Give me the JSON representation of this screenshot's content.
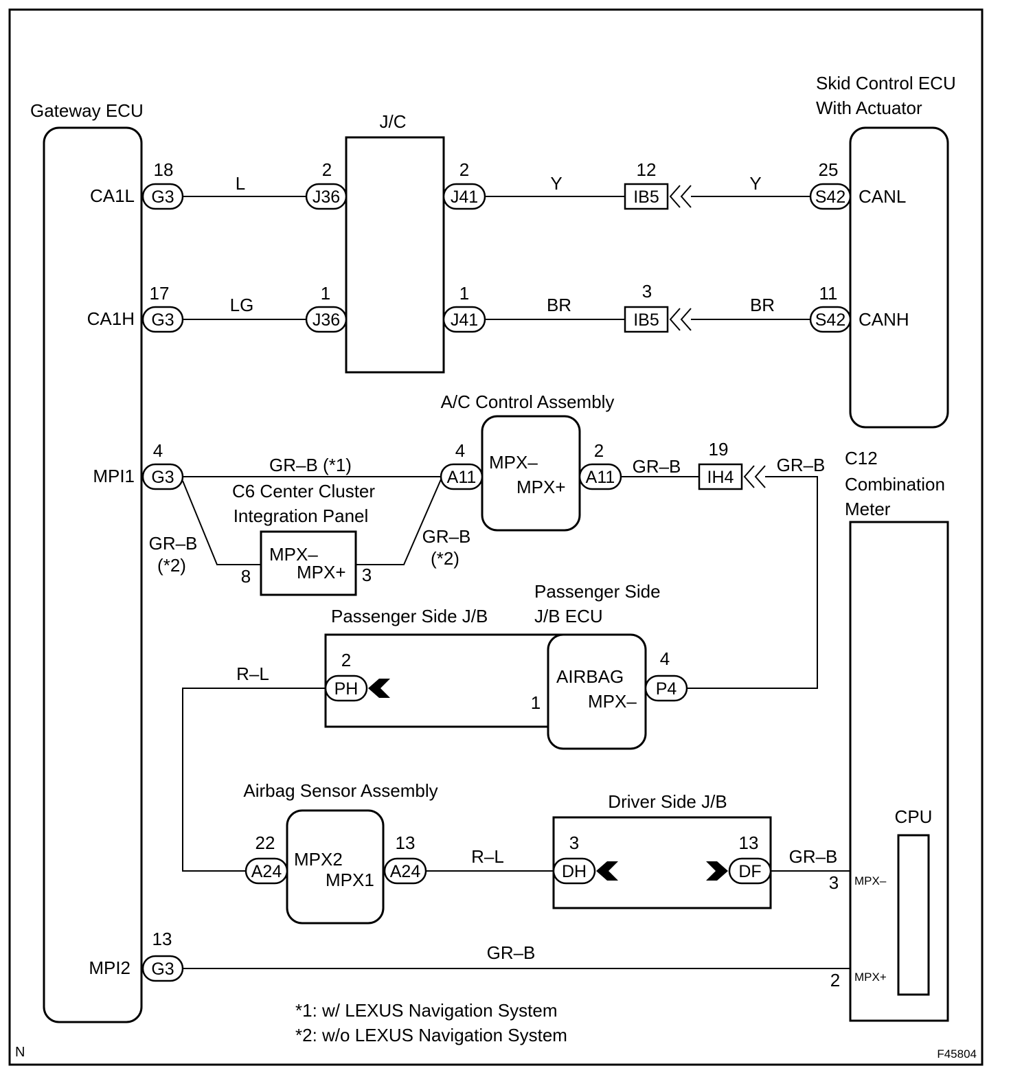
{
  "components": {
    "gateway_ecu": {
      "name": "Gateway ECU",
      "terminals": {
        "ca1l": "CA1L",
        "ca1h": "CA1H",
        "mpi1": "MPI1",
        "mpi2": "MPI2"
      }
    },
    "jc": {
      "name": "J/C"
    },
    "skid_ecu": {
      "name_line1": "Skid Control ECU",
      "name_line2": "With Actuator",
      "terminals": {
        "canl": "CANL",
        "canh": "CANH"
      }
    },
    "ac_control": {
      "name": "A/C Control Assembly",
      "terminals": {
        "mpx_minus": "MPX–",
        "mpx_plus": "MPX+"
      }
    },
    "center_cluster": {
      "name_line1": "C6 Center Cluster",
      "name_line2": "Integration Panel",
      "terminals": {
        "mpx_minus": "MPX–",
        "mpx_plus": "MPX+"
      }
    },
    "combination_meter": {
      "name_line1": "C12",
      "name_line2": "Combination",
      "name_line3": "Meter",
      "cpu": "CPU",
      "terminals": {
        "mpx_minus": "MPX–",
        "mpx_plus": "MPX+"
      }
    },
    "passenger_jb": {
      "name": "Passenger Side J/B"
    },
    "passenger_jb_ecu": {
      "name_line1": "Passenger Side",
      "name_line2": "J/B ECU",
      "terminals": {
        "airbag": "AIRBAG",
        "mpx_minus": "MPX–"
      }
    },
    "airbag_sensor": {
      "name": "Airbag Sensor Assembly",
      "terminals": {
        "mpx2": "MPX2",
        "mpx1": "MPX1"
      }
    },
    "driver_jb": {
      "name": "Driver Side J/B"
    }
  },
  "connectors": {
    "g3": "G3",
    "j36": "J36",
    "j41": "J41",
    "ib5": "IB5",
    "s42": "S42",
    "a11": "A11",
    "ih4": "IH4",
    "p4": "P4",
    "ph": "PH",
    "a24": "A24",
    "dh": "DH",
    "df": "DF"
  },
  "pins": {
    "g3_ca1l": "18",
    "j36_l": "2",
    "j41_l": "2",
    "ib5_l": "12",
    "s42_canl": "25",
    "g3_ca1h": "17",
    "j36_h": "1",
    "j41_h": "1",
    "ib5_h": "3",
    "s42_canh": "11",
    "g3_mpi1": "4",
    "a11_in": "4",
    "a11_out": "2",
    "ih4": "19",
    "c6_in": "8",
    "c6_out": "3",
    "p4": "4",
    "ph": "2",
    "jb_internal": "1",
    "a24_in": "22",
    "a24_out": "13",
    "dh": "3",
    "df": "13",
    "meter_mpx_minus": "3",
    "meter_mpx_plus": "2",
    "g3_mpi2": "13"
  },
  "wires": {
    "l": "L",
    "y1": "Y",
    "y2": "Y",
    "lg": "LG",
    "br1": "BR",
    "br2": "BR",
    "grb_n1": "GR–B (*1)",
    "grb_c6_left_1": "GR–B",
    "grb_c6_left_2": "(*2)",
    "grb_c6_right_1": "GR–B",
    "grb_c6_right_2": "(*2)",
    "grb_ac": "GR–B",
    "grb_ih4": "GR–B",
    "rl_top": "R–L",
    "rl_bottom": "R–L",
    "grb_df": "GR–B",
    "grb_mpi2": "GR–B"
  },
  "notes": {
    "note1": "*1: w/ LEXUS Navigation System",
    "note2": "*2: w/o LEXUS Navigation System",
    "corner_left": "N",
    "figure_id": "F45804"
  }
}
